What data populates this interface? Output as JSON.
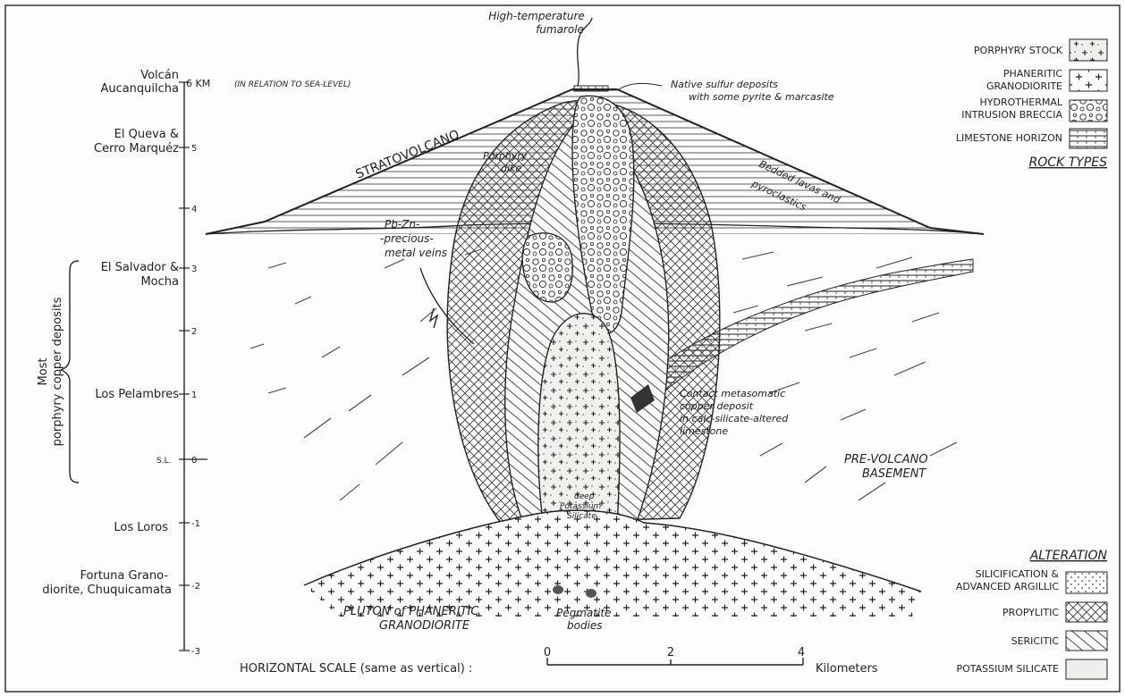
{
  "scale_labels": {
    "top_km": "6 KM",
    "top_note": "(IN RELATION TO SEA-LEVEL)",
    "sea_level": "S.L."
  },
  "elevation_ticks": [
    "5",
    "4",
    "3",
    "2",
    "1",
    "0",
    "-1",
    "-2",
    "-3"
  ],
  "left_labels": {
    "volcan_1": "Volcán",
    "volcan_2": "Aucanquilcha",
    "queva_1": "El Queva &",
    "queva_2": "Cerro Marquéz",
    "salvador_1": "El Salvador &",
    "salvador_2": "Mocha",
    "pelambres": "Los Pelambres",
    "loros": "Los Loros",
    "fortuna_1": "Fortuna Grano-",
    "fortuna_2": "diorite, Chuquicamata",
    "most_1": "Most",
    "most_2": "porphyry copper deposits"
  },
  "annotations": {
    "fumarole_1": "High-temperature",
    "fumarole_2": "fumarole",
    "sulfur_1": "Native sulfur deposits",
    "sulfur_2": "with some pyrite & marcasite",
    "stratovolcano": "STRATOVOLCANO",
    "porphyry_dike_1": "Porphyry",
    "porphyry_dike_2": "dike",
    "bedded_1": "Bedded lavas and",
    "bedded_2": "pyroclastics",
    "veins_1": "Pb-Zn-",
    "veins_2": "-precious-",
    "veins_3": "metal veins",
    "contact_1": "Contact metasomatic",
    "contact_2": "copper deposit",
    "contact_3": "in calc-silicate-altered",
    "contact_4": "limestone",
    "basement_1": "PRE-VOLCANO",
    "basement_2": "BASEMENT",
    "deep_1": "deep",
    "deep_2": "Potassium",
    "deep_3": "Silicate",
    "pluton_1": "PLUTON of PHANERITIC",
    "pluton_2": "GRANODIORITE",
    "pegmatite_1": "Pegmatite",
    "pegmatite_2": "bodies"
  },
  "legend_rock": {
    "title": "ROCK TYPES",
    "items": [
      {
        "lines": [
          "PORPHYRY STOCK"
        ]
      },
      {
        "lines": [
          "PHANERITIC",
          "GRANODIORITE"
        ]
      },
      {
        "lines": [
          "HYDROTHERMAL",
          "INTRUSION BRECCIA"
        ]
      },
      {
        "lines": [
          "LIMESTONE HORIZON"
        ]
      }
    ]
  },
  "legend_alt": {
    "title": "ALTERATION",
    "items": [
      {
        "lines": [
          "SILICIFICATION &",
          "ADVANCED ARGILLIC"
        ]
      },
      {
        "lines": [
          "PROPYLITIC"
        ]
      },
      {
        "lines": [
          "SERICITIC"
        ]
      },
      {
        "lines": [
          "POTASSIUM SILICATE"
        ]
      }
    ]
  },
  "hscale": {
    "label": "HORIZONTAL SCALE (same as vertical) :",
    "ticks": [
      "0",
      "2",
      "4"
    ],
    "unit": "Kilometers"
  }
}
